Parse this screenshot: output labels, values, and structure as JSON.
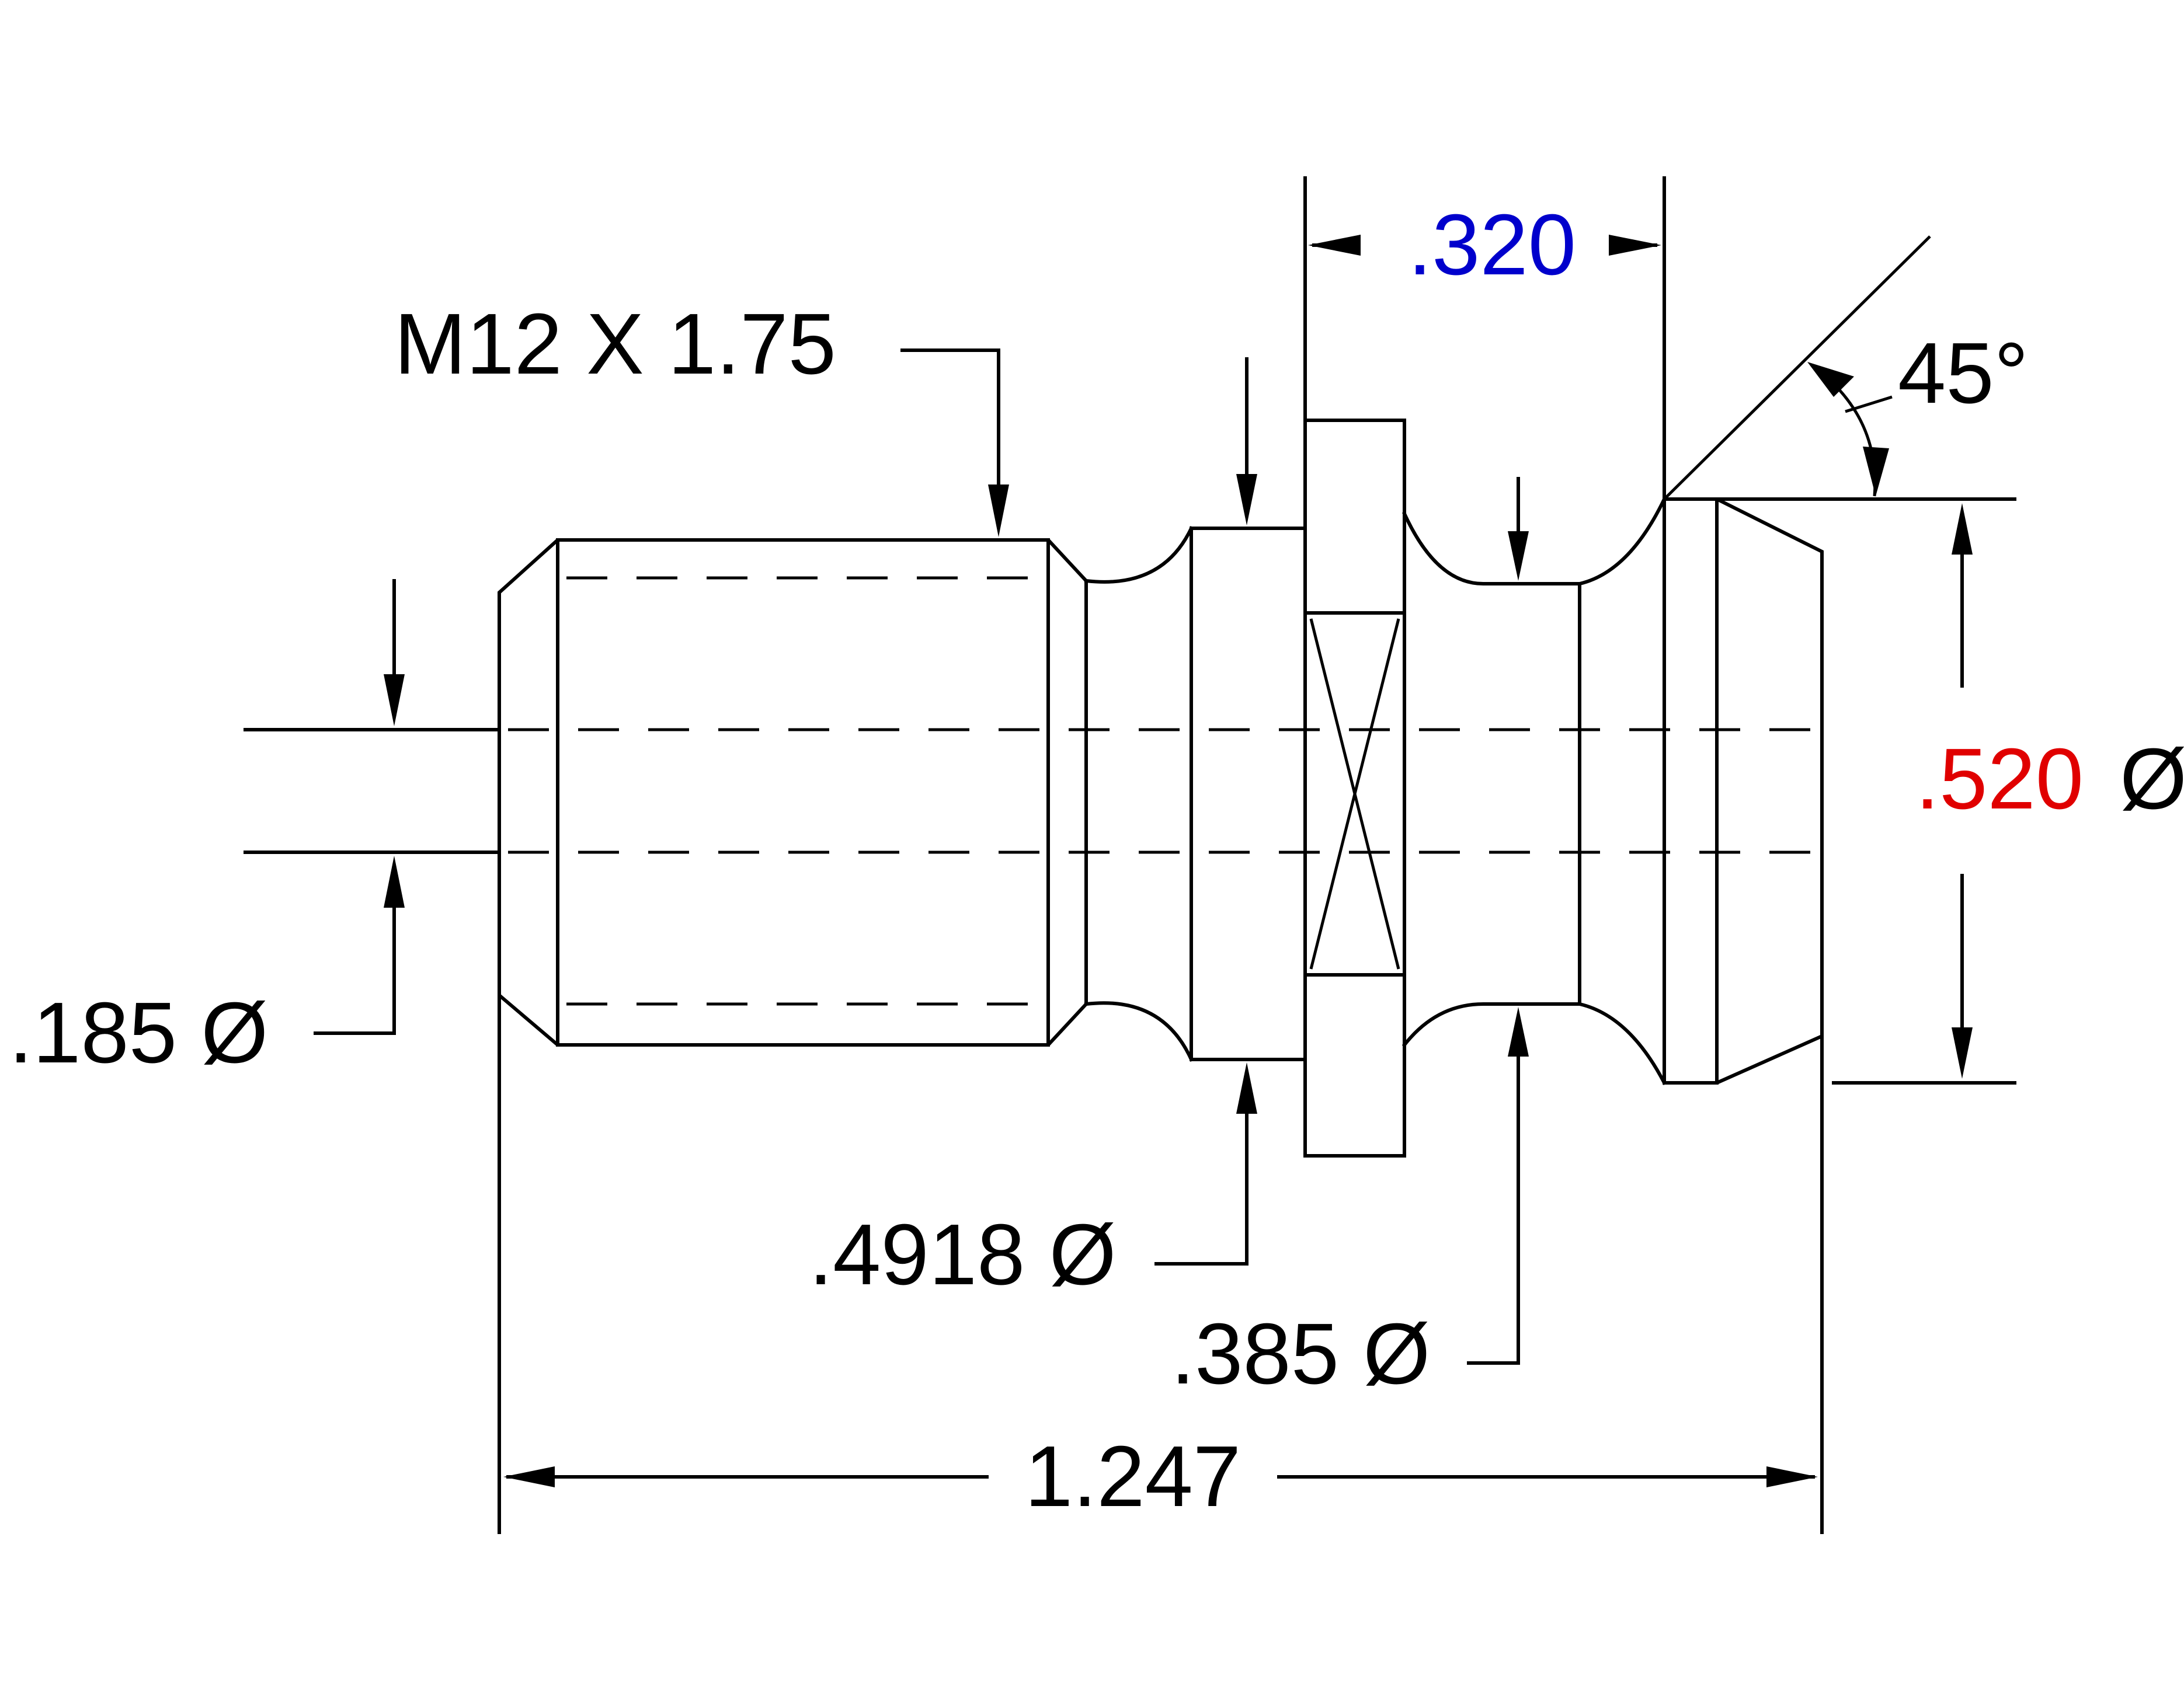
{
  "dimensions": {
    "thread": "M12 X 1.75",
    "width_320": ".320",
    "angle": "45°",
    "dia_520_value": ".520",
    "dia_520_symbol": "Ø",
    "dia_185": ".185 Ø",
    "dia_4918": ".4918 Ø",
    "dia_385": ".385 Ø",
    "length_total": "1.247"
  },
  "colors": {
    "line": "#000000",
    "highlight_blue": "#0000cc",
    "highlight_red": "#e00000"
  }
}
